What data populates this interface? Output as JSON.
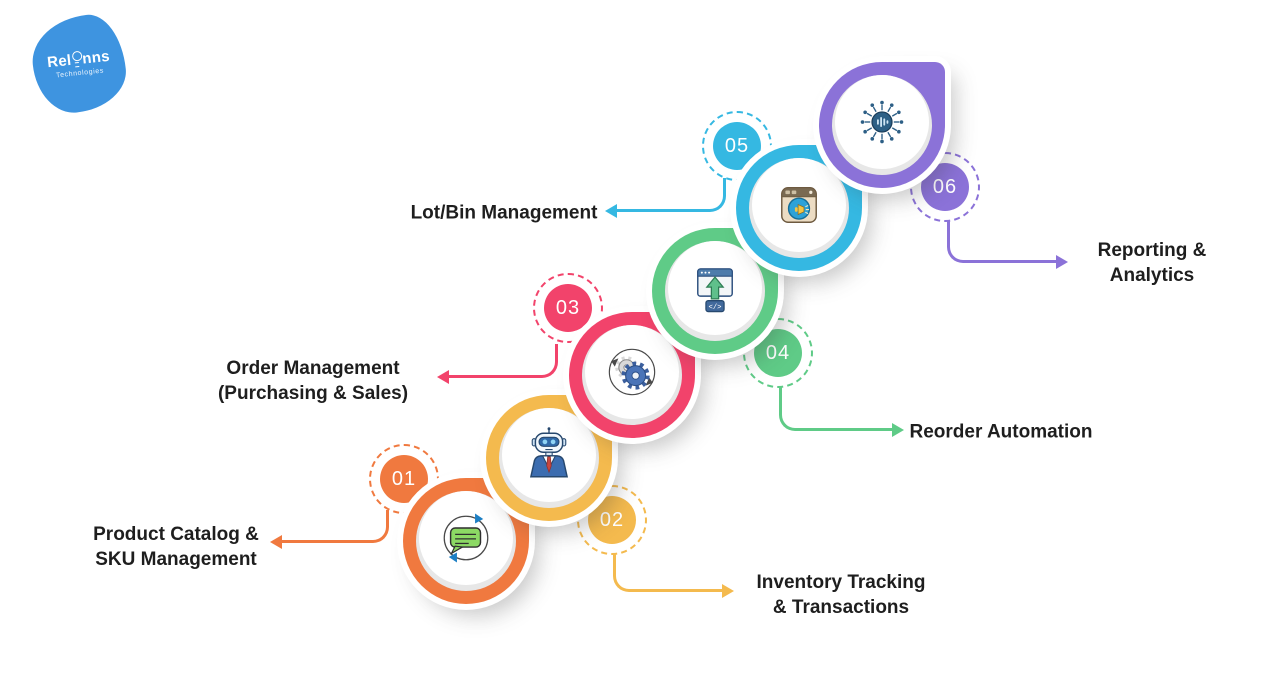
{
  "logo": {
    "brand": "Relinns",
    "brand_prefix": "Rel",
    "brand_suffix": "nns",
    "subtitle": "Technologies",
    "bg_color": "#3E94E0",
    "icon": "lightbulb-icon"
  },
  "steps": [
    {
      "number": "01",
      "label_line1": "Product Catalog &",
      "label_line2": "SKU Management",
      "color": "#F0793F",
      "icon": "chat-sync-icon",
      "arrow_direction": "left"
    },
    {
      "number": "02",
      "label_line1": "Inventory Tracking",
      "label_line2": "& Transactions",
      "color": "#F4BA4E",
      "icon": "robot-assistant-icon",
      "arrow_direction": "right"
    },
    {
      "number": "03",
      "label_line1": "Order Management",
      "label_line2": "(Purchasing & Sales)",
      "color": "#F2436B",
      "icon": "gears-process-icon",
      "arrow_direction": "left"
    },
    {
      "number": "04",
      "label_line1": "Reorder Automation",
      "color": "#5FCB87",
      "icon": "deploy-upload-icon",
      "arrow_direction": "right"
    },
    {
      "number": "05",
      "label_line1": "Lot/Bin Management",
      "color": "#35B8E2",
      "icon": "camera-broadcast-icon",
      "arrow_direction": "left"
    },
    {
      "number": "06",
      "label_line1": "Reporting &",
      "label_line2": "Analytics",
      "color": "#8B72D8",
      "icon": "data-network-icon",
      "arrow_direction": "right"
    }
  ]
}
